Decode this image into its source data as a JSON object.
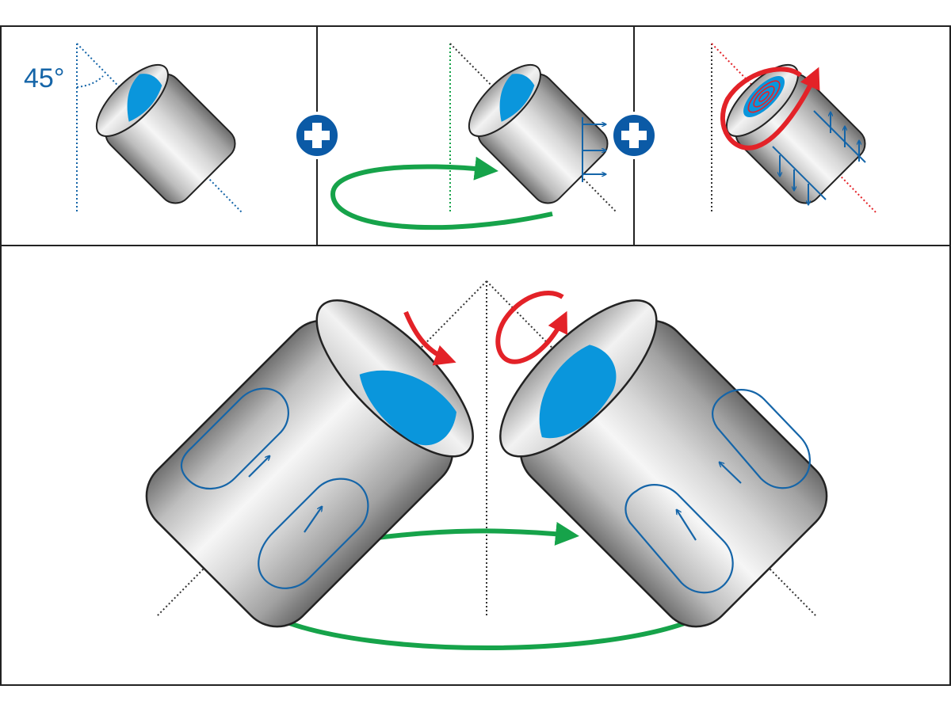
{
  "angle": {
    "text": "45°",
    "value_degrees": 45
  },
  "colors": {
    "frame": "#222222",
    "blue_accent": "#1565a8",
    "liquid": "#0a96dc",
    "green_motion": "#16a34a",
    "red_rotation": "#e32228",
    "badge": "#0b5aa6",
    "metal_light": "#f4f4f4",
    "metal_dark": "#7f7f7f"
  },
  "icons": {
    "combine": "plus-badge-icon",
    "revolution": "orbit-arrow-icon",
    "rotation": "spin-arrow-icon",
    "flow": "flow-arrow-icon"
  },
  "panels": [
    {
      "id": "tilt",
      "step": 1
    },
    {
      "id": "revolve",
      "step": 2
    },
    {
      "id": "rotate",
      "step": 3
    },
    {
      "id": "combined",
      "step": 4
    }
  ]
}
